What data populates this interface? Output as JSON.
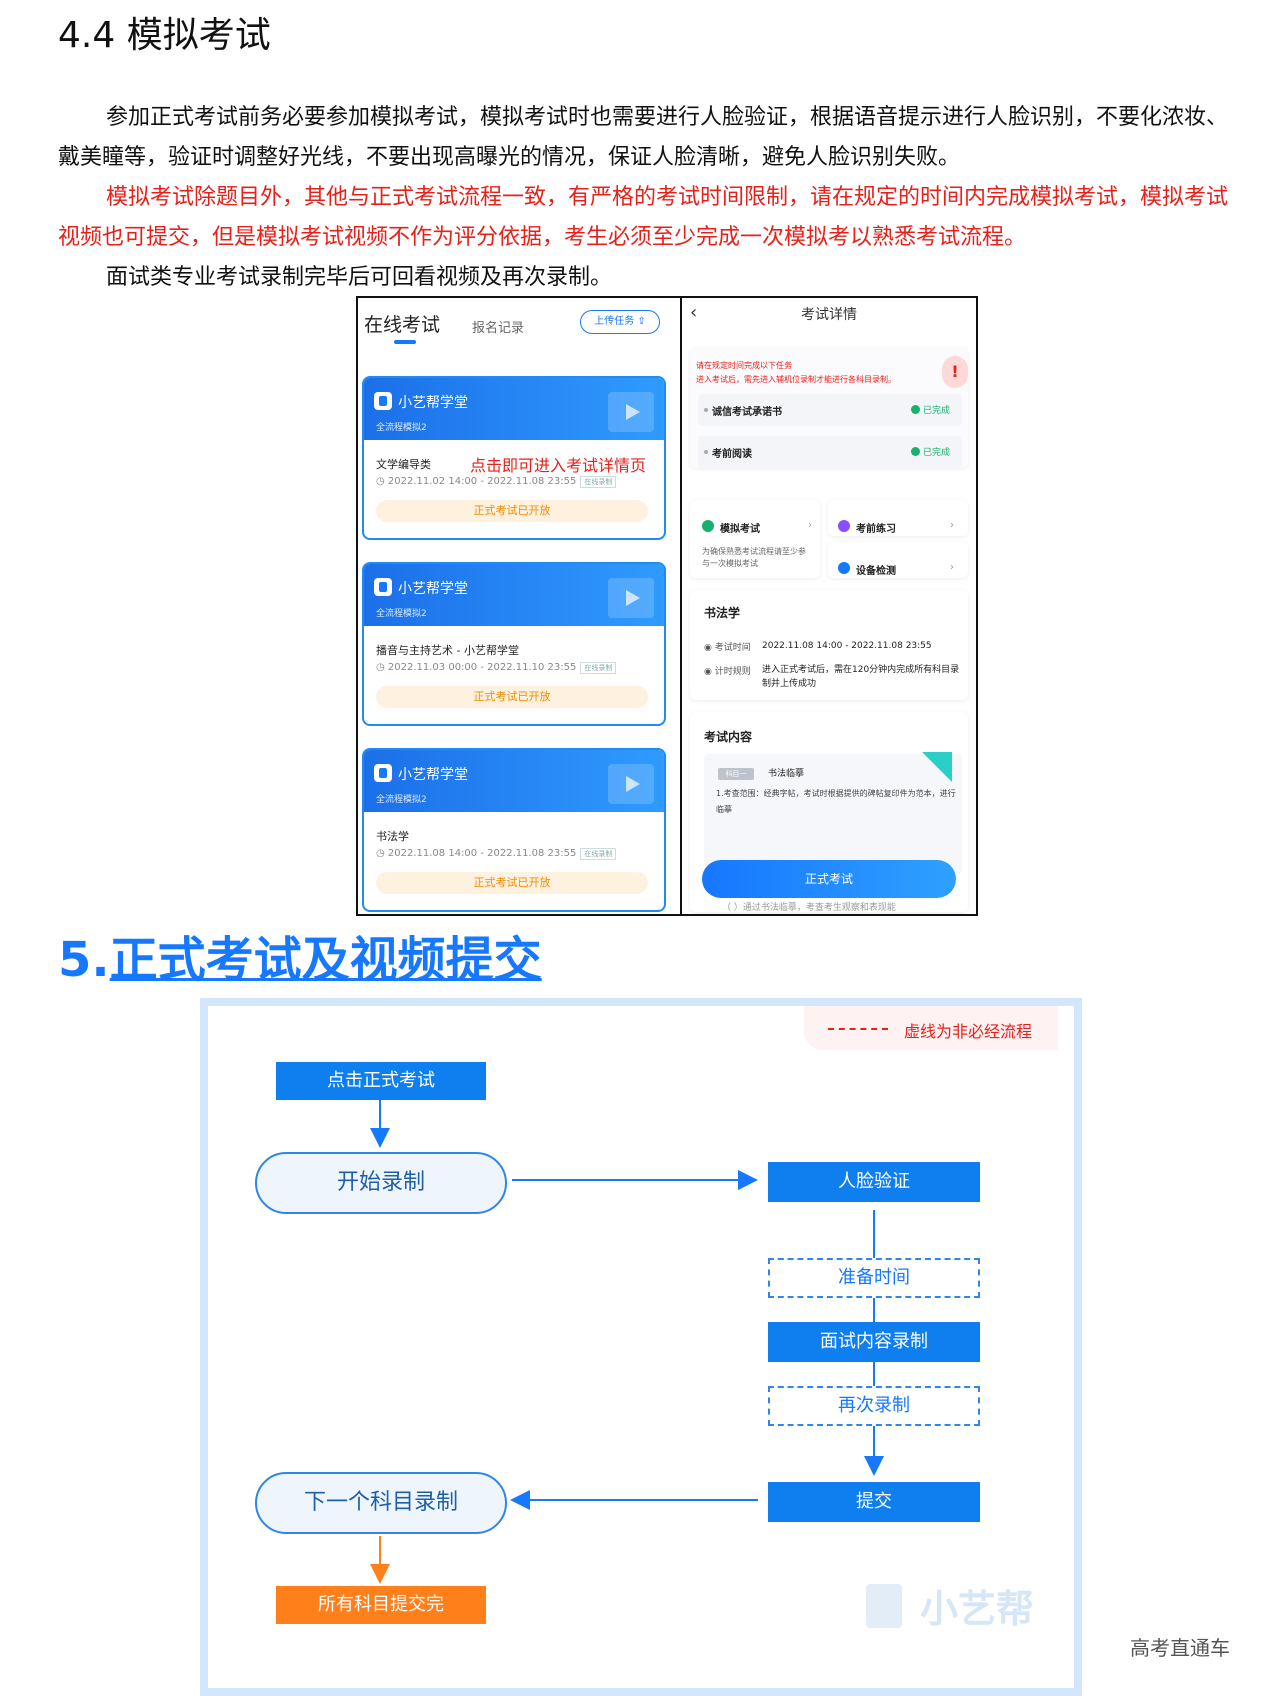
{
  "section44": {
    "heading": "4.4 模拟考试",
    "para1": "参加正式考试前务必要参加模拟考试，模拟考试时也需要进行人脸验证，根据语音提示进行人脸识别，不要化浓妆、戴美瞳等，验证时调整好光线，不要出现高曝光的情况，保证人脸清晰，避免人脸识别失败。",
    "para2": "模拟考试除题目外，其他与正式考试流程一致，有严格的考试时间限制，请在规定的时间内完成模拟考试，模拟考试视频也可提交，但是模拟考试视频不作为评分依据，考生必须至少完成一次模拟考以熟悉考试流程。",
    "para3": "面试类专业考试录制完毕后可回看视频及再次录制。"
  },
  "phone_left": {
    "tab_active": "在线考试",
    "tab_other": "报名记录",
    "upload_btn": "上传任务 ⇪",
    "annotation": "点击即可进入考试详情页",
    "cards": [
      {
        "brand": "小艺帮学堂",
        "sub": "全流程模拟2",
        "name": "文学编导类",
        "time": "◷ 2022.11.02 14:00 - 2022.11.08 23:55",
        "tag": "在线录制",
        "button": "正式考试已开放"
      },
      {
        "brand": "小艺帮学堂",
        "sub": "全流程模拟2",
        "name": "播音与主持艺术 - 小艺帮学堂",
        "time": "◷ 2022.11.03 00:00 - 2022.11.10 23:55",
        "tag": "在线录制",
        "button": "正式考试已开放"
      },
      {
        "brand": "小艺帮学堂",
        "sub": "全流程模拟2",
        "name": "书法学",
        "time": "◷ 2022.11.08 14:00 - 2022.11.08 23:55",
        "tag": "在线录制",
        "button": "正式考试已开放"
      }
    ]
  },
  "phone_right": {
    "back": "‹",
    "title": "考试详情",
    "hint1": "请在规定时间完成以下任务",
    "hint2": "进入考试后，需先进入辅机位录制才能进行各科目录制。",
    "warn": "!",
    "task1": "诚信考试承诺书",
    "task2": "考前阅读",
    "status": "已完成",
    "mock": "模拟考试",
    "mock_sub": "为确保熟悉考试流程请至少参与一次模拟考试",
    "practice": "考前练习",
    "device": "设备检测",
    "chev": "›",
    "subject": "书法学",
    "time_label": "◉ 考试时间",
    "time_value": "2022.11.08 14:00 - 2022.11.08 23:55",
    "rule_label": "◉ 计时规则",
    "rule_value": "进入正式考试后，需在120分钟内完成所有科目录制并上传成功",
    "content_title": "考试内容",
    "content_tag": "科目一",
    "content_name": "书法临摹",
    "content_desc": "1.考查范围：经典字帖，考试时根据提供的碑帖复印件为范本，进行临摹",
    "formal_btn": "正式考试",
    "ghost": "（ ）通过书法临摹，考查考生观察和表现能"
  },
  "section5": {
    "num": "5.",
    "title": "正式考试及视频提交"
  },
  "flow": {
    "legend": "虚线为非必经流程",
    "click_formal": "点击正式考试",
    "start_record": "开始录制",
    "face_verify": "人脸验证",
    "prep_time": "准备时间",
    "interview_record": "面试内容录制",
    "re_record": "再次录制",
    "submit": "提交",
    "next_subject": "下一个科目录制",
    "all_submitted": "所有科目提交完",
    "watermark": "小艺帮",
    "colors": {
      "primary": "#0f7ff0",
      "orange": "#ff7f1a",
      "dashed_red": "#e8201a",
      "frame": "#d3e6fb"
    }
  },
  "footer": {
    "watermark": "高考直通车"
  }
}
